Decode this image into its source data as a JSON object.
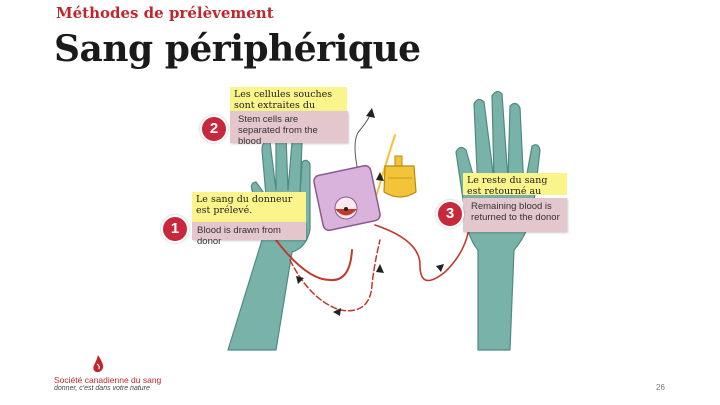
{
  "header": {
    "section": "Méthodes de prélèvement",
    "title": "Sang périphérique"
  },
  "steps": [
    {
      "number": "1",
      "fr": "Le sang du donneur est prélevé.",
      "en": "Blood is drawn from donor"
    },
    {
      "number": "2",
      "fr": "Les cellules souches sont extraites du sang.",
      "en": "Stem cells are separated from the blood"
    },
    {
      "number": "3",
      "fr": "Le reste du sang est retourné au donneur.",
      "en": "Remaining blood is returned to the donor"
    }
  ],
  "footer": {
    "org_name": "Société canadienne du sang",
    "org_tagline": "donner, c'est dans votre nature",
    "page_number": "26"
  },
  "colors": {
    "accent": "#c0272d",
    "arm": "#79b2a8",
    "tube": "#c0392b",
    "machine": "#d9b3dc",
    "bag": "#f3c33a",
    "callout_fr": "#fbf48a",
    "callout_en": "#e4c6cd"
  }
}
